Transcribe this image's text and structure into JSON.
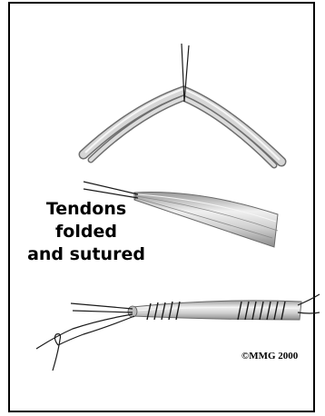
{
  "caption": {
    "line1": "Tendons",
    "line2": "folded",
    "line3": "and sutured"
  },
  "copyright": "©MMG 2000",
  "colors": {
    "tendon_fill": "#cfcfcf",
    "tendon_highlight": "#f2f2f2",
    "tendon_shadow": "#8a8a8a",
    "suture": "#1a1a1a",
    "frame_border": "#000000",
    "background": "#ffffff"
  }
}
